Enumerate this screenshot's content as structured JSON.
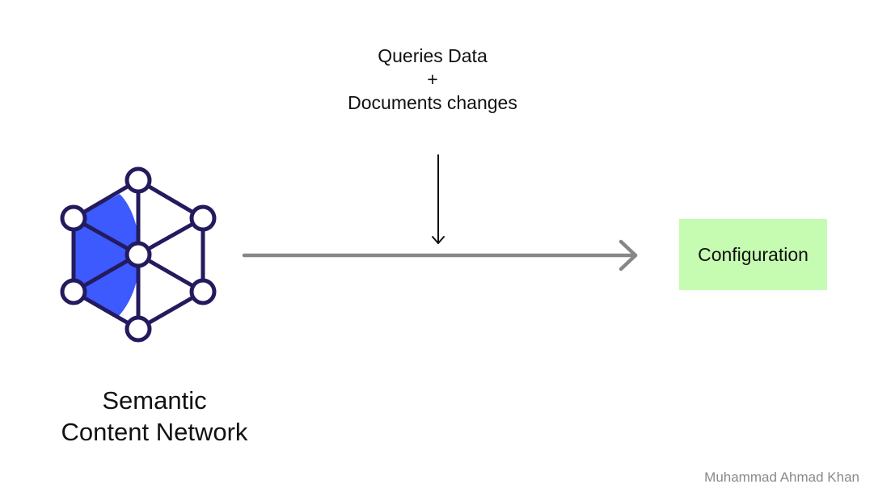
{
  "top_label": {
    "line1": "Queries Data",
    "line2": "+",
    "line3": "Documents changes"
  },
  "config_box": {
    "label": "Configuration",
    "color": "#c6fbb2"
  },
  "network": {
    "label_line1": "Semantic",
    "label_line2": "Content Network",
    "icon": "semantic-network-icon",
    "accent_color": "#3c5afe",
    "stroke_color": "#231b5e"
  },
  "main_arrow": {
    "color": "#878787"
  },
  "credit": "Muhammad Ahmad Khan"
}
